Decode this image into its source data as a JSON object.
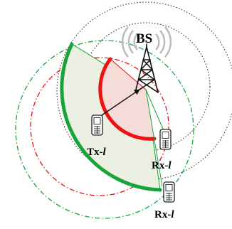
{
  "labels": {
    "base_station": "BS",
    "transmitter": {
      "prefix": "Tx-",
      "index": "l"
    },
    "receiver_near": {
      "prefix": "Rx-",
      "index": "l"
    },
    "receiver_far": {
      "prefix": "Rx-",
      "index": "l"
    }
  },
  "colors": {
    "outer_sector_arc": "#1aa33a",
    "outer_sector_fill": "#ecf0e2",
    "inner_sector_arc": "#ee1111",
    "inner_sector_fill": "#f6dcd8",
    "green_dashdot_circle": "#1aa33a",
    "red_dashdot_circle": "#ee1111",
    "bs_dotted_circles": "#333333",
    "tower": "#111111",
    "radio_waves": "#bbbbbb",
    "device_body": "#ffffff",
    "device_outline": "#222222"
  },
  "icons": {
    "base_station": "cell-tower-icon",
    "devices": "mobile-phone-icon"
  }
}
